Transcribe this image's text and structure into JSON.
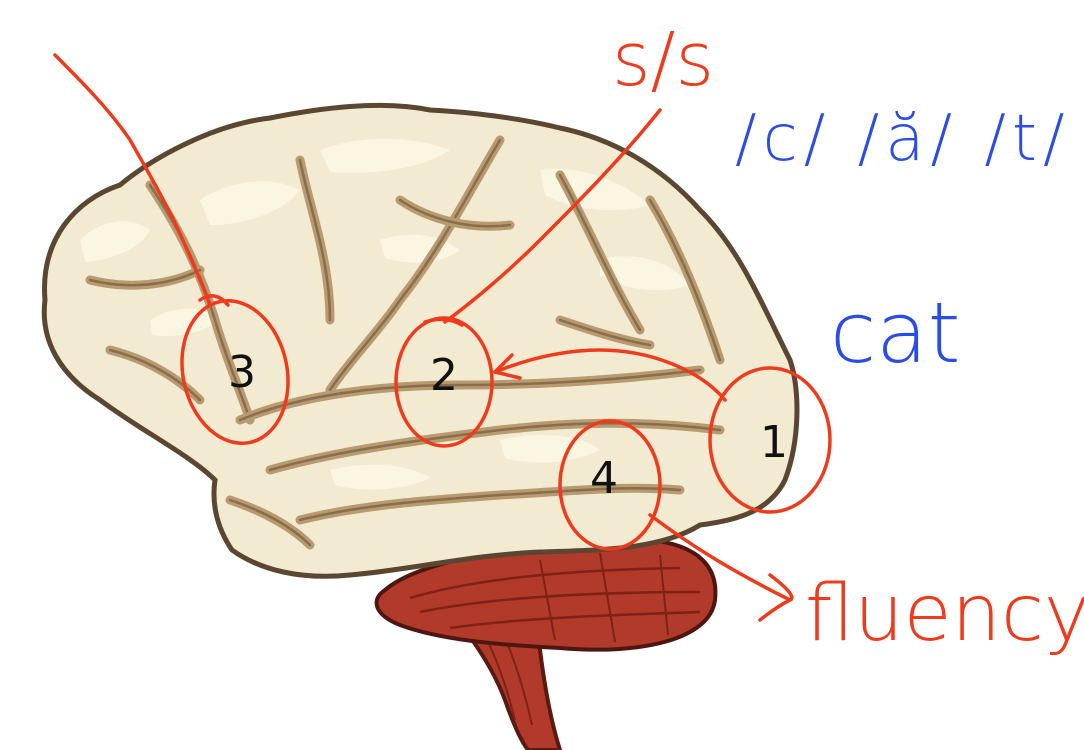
{
  "region_labels": [
    "1",
    "2",
    "3",
    "4"
  ],
  "handwriting": {
    "sound_symbol": "s/s",
    "phonemes": "/c/ /ă/ /t/",
    "word": "cat",
    "fluency": "fluency"
  },
  "colors": {
    "annotation_red": "#f03a1c",
    "annotation_blue": "#2a4de8",
    "cerebrum": "#f3ead2",
    "cerebrum_outline": "#5b4632",
    "cerebellum": "#b23a2a"
  }
}
